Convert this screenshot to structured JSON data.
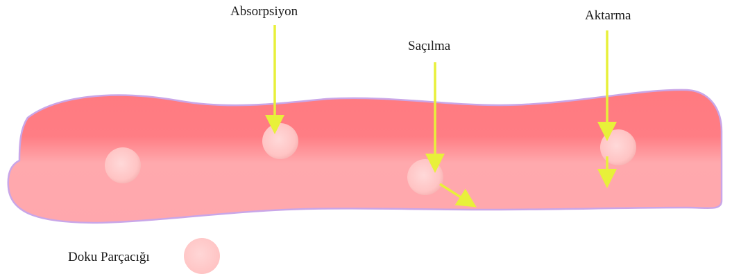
{
  "labels": {
    "absorption": "Absorpsiyon",
    "scattering": "Saçılma",
    "transfer": "Aktarma"
  },
  "legend": {
    "particle_label": "Doku Parçacığı"
  },
  "colors": {
    "tissue_top": "#ff7b82",
    "tissue_bottom": "#ffabb0",
    "tissue_edge": "#c9a6e8",
    "particle": "#ffc6c6",
    "arrow": "#e8f03a"
  }
}
